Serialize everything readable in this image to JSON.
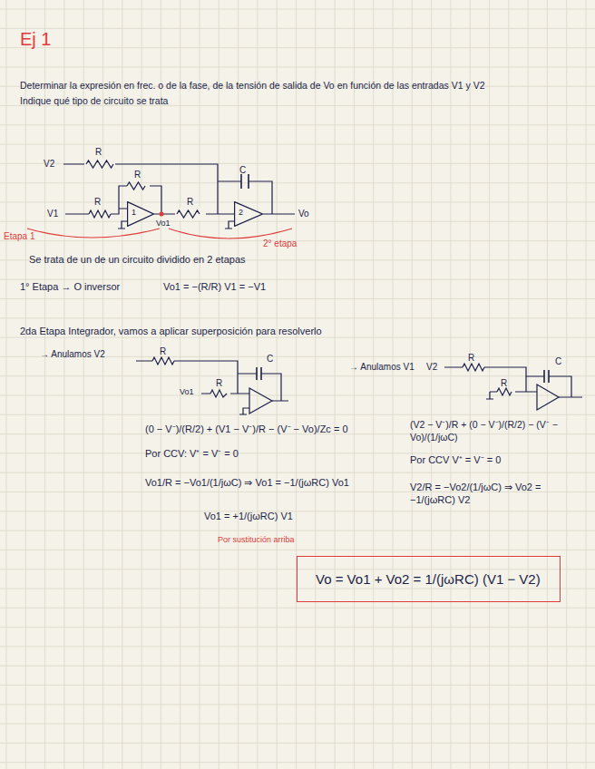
{
  "diagram": {
    "title": "Ej 1",
    "nodes": [
      {
        "text": [
          "1"
        ]
      },
      {
        "text": [
          "2"
        ]
      },
      {
        "text": [
          "Vo = Vo1 + Vo2 = 1/(jωRC) (V1 − V2)"
        ]
      }
    ],
    "edges": [
      {
        "from": 0,
        "to": 1,
        "arrow": "none"
      }
    ],
    "labels": [
      "Determinar la expresión en frec. o de la fase, de la tensión de salida de Vo en función de las entradas V1 y V2",
      "Indique qué tipo de circuito se trata",
      "V2",
      "R",
      "R",
      "R",
      "R",
      "C",
      "V1",
      "Vo1",
      "Vo",
      "Etapa 1",
      "2° etapa",
      "Se trata de un de un circuito dividido en 2 etapas",
      "1° Etapa → O inversor",
      "Vo1 = −(R/R) V1 = −V1",
      "2da Etapa Integrador, vamos a aplicar superposición para resolverlo",
      "→ Anulamos V2",
      "R",
      "C",
      "R",
      "Vo1",
      "→ Anulamos V1",
      "V2",
      "R",
      "R",
      "C",
      "(0 − V⁻)/(R/2) + (V1 − V⁻)/R − (V⁻ − Vo)/Zc = 0",
      "Por CCV: V⁺ = V⁻ = 0",
      "Vo1/R = −Vo1/(1/jωC) ⇒ Vo1 = −1/(jωRC) Vo1",
      "Vo1 = +1/(jωRC) V1",
      "Por sustitución arriba",
      "(V2 − V⁻)/R + (0 − V⁻)/(R/2) − (V⁻ − Vo)/(1/jωC)",
      "Por CCV V⁺ = V⁻ = 0",
      "V2/R = −Vo2/(1/jωC) ⇒ Vo2 = −1/(jωRC) V2"
    ]
  }
}
